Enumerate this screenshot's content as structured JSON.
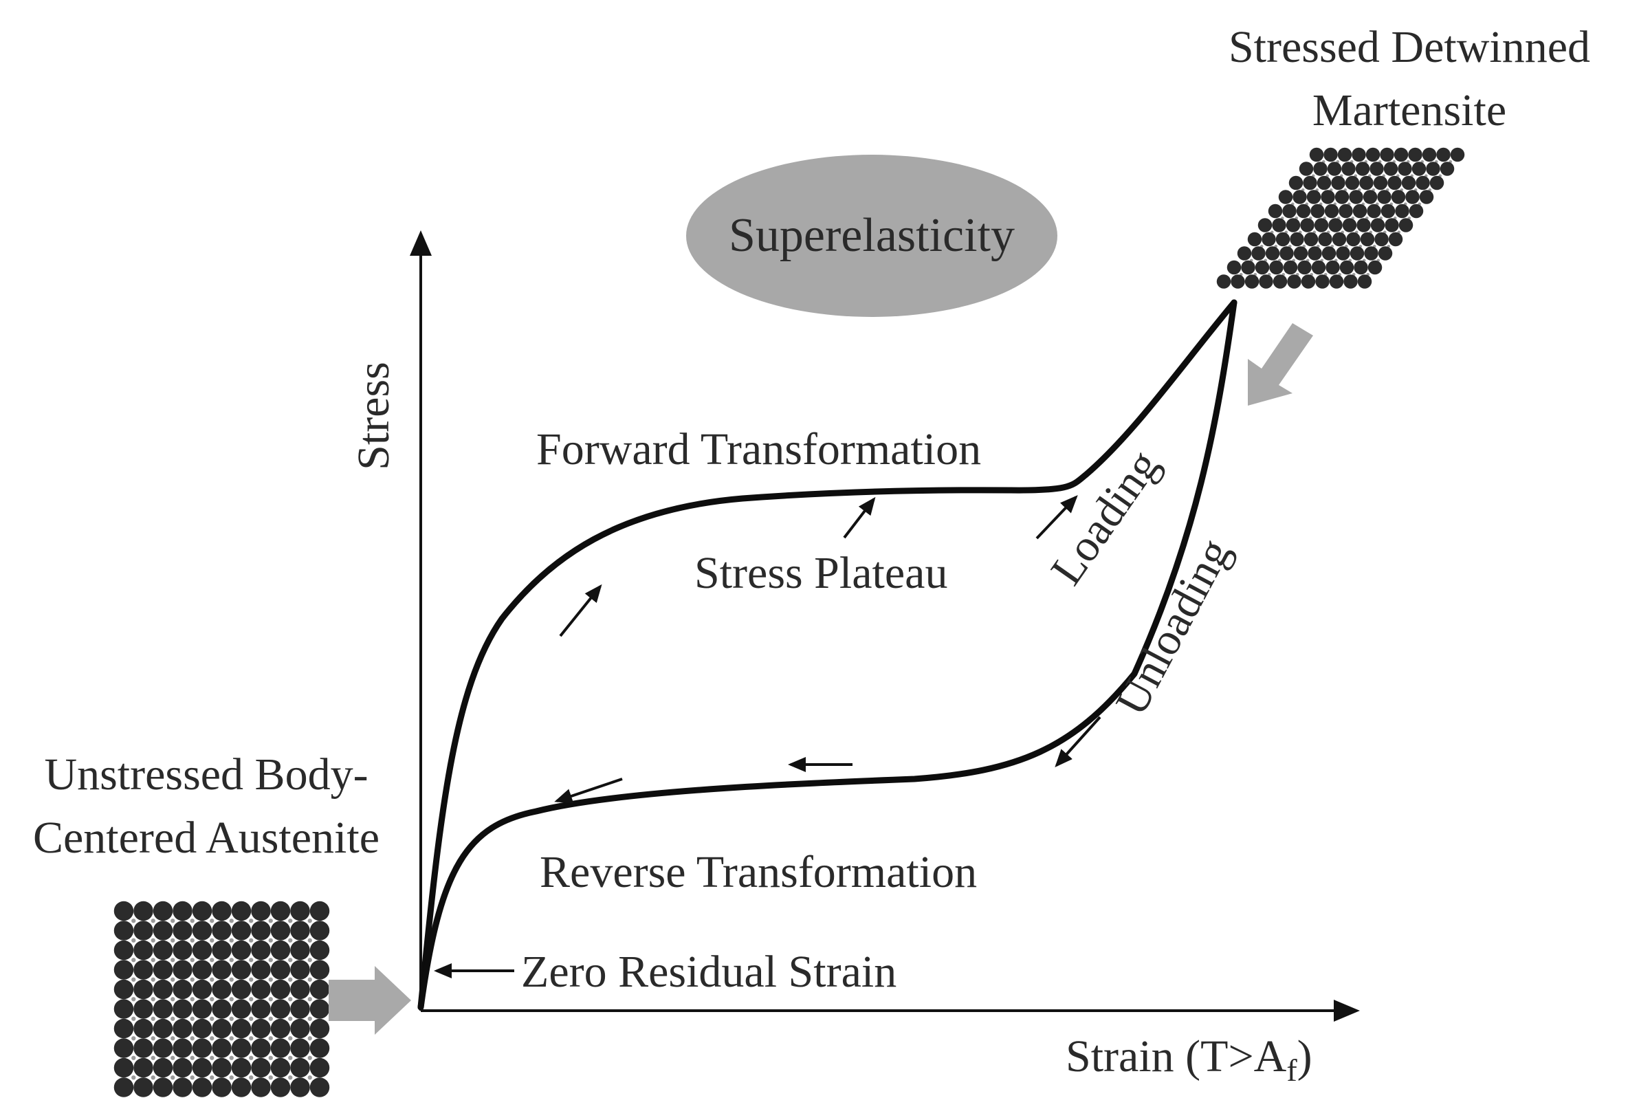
{
  "diagram": {
    "badge": "Superelasticity",
    "axes": {
      "y_label": "Stress",
      "x_label_main": "Strain (T>A",
      "x_label_sub": "f",
      "x_label_close": ")"
    },
    "states": {
      "start": {
        "line1": "Unstressed Body-",
        "line2": "Centered Austenite"
      },
      "end": {
        "line1": "Stressed Detwinned",
        "line2": "Martensite"
      }
    },
    "annotations": {
      "forward": "Forward Transformation",
      "plateau": "Stress Plateau",
      "loading": "Loading",
      "unloading": "Unloading",
      "reverse": "Reverse Transformation",
      "zero_strain": "Zero Residual Strain"
    },
    "colors": {
      "badge_fill": "#a8a8a8",
      "lattice_fill": "#2b2b2b",
      "lattice_dot": "#9a9a9a",
      "transition_arrow": "#a9a9a9"
    },
    "icons": {
      "start_lattice": "square-atom-lattice-icon",
      "end_lattice": "sheared-atom-lattice-icon",
      "transition_arrows": "thick-gray-arrow-icon",
      "direction_arrows": "small-black-arrow-icon"
    }
  }
}
